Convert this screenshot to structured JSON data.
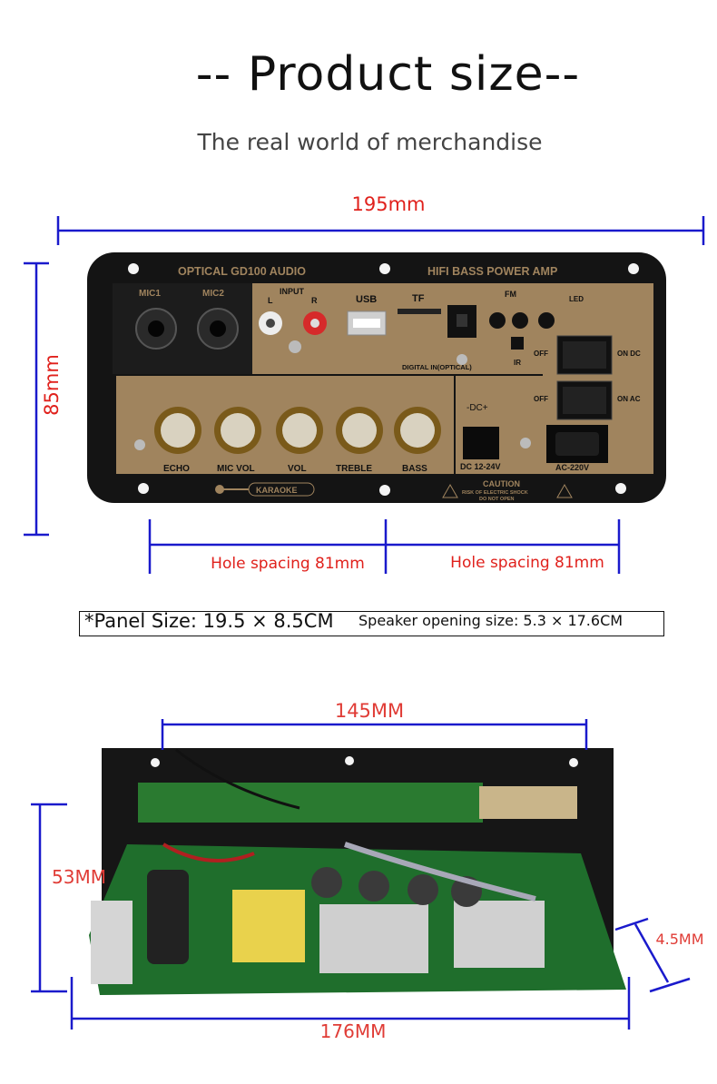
{
  "header": {
    "title": "-- Product size--",
    "subtitle": "The real world of merchandise"
  },
  "panel": {
    "width_label": "195mm",
    "height_label": "85mm",
    "hole_spacing_left": "Hole spacing 81mm",
    "hole_spacing_right": "Hole spacing 81mm",
    "top_text_left": "OPTICAL  GD100  AUDIO",
    "top_text_right": "HIFI  BASS  POWER  AMP",
    "mic1": "MIC1",
    "mic2": "MIC2",
    "input": "INPUT",
    "input_l": "L",
    "input_r": "R",
    "usb": "USB",
    "tf": "TF",
    "fm": "FM",
    "digital_in": "DIGITAL IN(OPTICAL)",
    "ir": "IR",
    "led": "LED",
    "off1": "OFF",
    "on_dc": "ON DC",
    "off2": "OFF",
    "on_ac": "ON AC",
    "dc_sign": "-DC+",
    "dc_range": "DC 12-24V",
    "ac_range": "AC-220V",
    "caution": "CAUTION",
    "caution_sub1": "RISK OF ELECTRIC SHOCK",
    "caution_sub2": "DO NOT OPEN",
    "karaoke": "KARAOKE",
    "knobs": [
      "ECHO",
      "MIC VOL",
      "VOL",
      "TREBLE",
      "BASS"
    ]
  },
  "spec": {
    "panel_size": "*Panel Size: 19.5 × 8.5CM",
    "speaker_opening": "Speaker opening size: 5.3 × 17.6CM"
  },
  "board": {
    "top_width": "145MM",
    "height": "53MM",
    "depth": "4.5MM",
    "bottom_width": "176MM"
  },
  "colors": {
    "dimension_line": "#1a1acc",
    "dimension_text": "#e0211c",
    "panel_black": "#141414",
    "panel_gold": "#a0845e"
  }
}
